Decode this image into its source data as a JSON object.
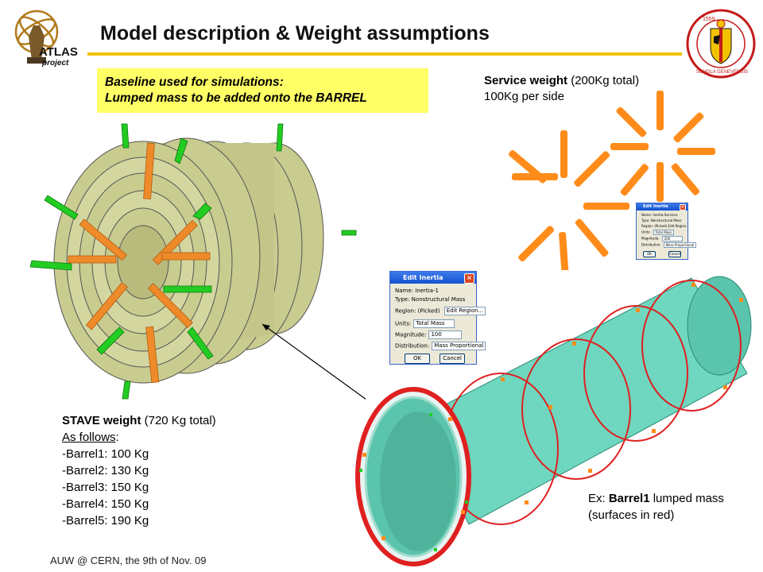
{
  "slide": {
    "title": "Model description & Weight assumptions",
    "logo_left_text": "ATLAS",
    "logo_left_sub": "project",
    "seal_right_text": "SCHOLA GENEVENSIS",
    "seal_right_years": "1559"
  },
  "baseline_box": {
    "line1": "Baseline used for simulations:",
    "line2": "Lumped mass to be added onto the BARREL",
    "bg_color": "#ffff66"
  },
  "service": {
    "bold": "Service weight",
    "rest": " (200Kg total)",
    "line2": "100Kg per side"
  },
  "stave": {
    "bold": "STAVE weight",
    "rest": " (720 Kg total)",
    "as_follows": "As follows",
    "colon": ":",
    "items": [
      "-Barrel1: 100 Kg",
      "-Barrel2: 130 Kg",
      "-Barrel3: 150 Kg",
      "-Barrel4: 150 Kg",
      "-Barrel5: 190 Kg"
    ]
  },
  "example": {
    "prefix": "Ex: ",
    "bold": "Barrel1",
    "rest": " lumped mass",
    "line2": "(surfaces in red)"
  },
  "footer": "AUW @ CERN, the 9th of Nov. 09",
  "dialog_large": {
    "title": "Edit Inertia",
    "name_label": "Name:",
    "name_value": "Inertia-1",
    "type_label": "Type:",
    "type_value": "Nonstructural Mass",
    "region_label": "Region:",
    "region_value": "(Picked)",
    "region_button": "Edit Region...",
    "units_label": "Units:",
    "units_value": "Total Mass",
    "magnitude_label": "Magnitude:",
    "magnitude_value": "100",
    "distribution_label": "Distribution:",
    "distribution_value": "Mass Proportional",
    "ok": "OK",
    "cancel": "Cancel"
  },
  "dialog_small": {
    "title": "Edit Inertia",
    "name_label": "Name:",
    "name_value": "Inertia-Services",
    "type_label": "Type:",
    "type_value": "Nonstructural Mass",
    "region_label": "Region:",
    "region_value": "(Picked)",
    "region_button": "Edit Region...",
    "units_label": "Units:",
    "units_value": "Total Mass",
    "magnitude_label": "Magnitude:",
    "magnitude_value": "200",
    "distribution_label": "Distribution:",
    "distribution_value": "Mass Proportional",
    "ok": "OK",
    "cancel": "Cancel"
  },
  "colors": {
    "title_rule": "#f2c200",
    "barrel": "#c9cc8f",
    "support": "#22cc22",
    "stave": "#ee8a2a",
    "cylinder": "#6fd6bf",
    "mass_surface": "#e02020",
    "service": "#ff8c1a"
  }
}
